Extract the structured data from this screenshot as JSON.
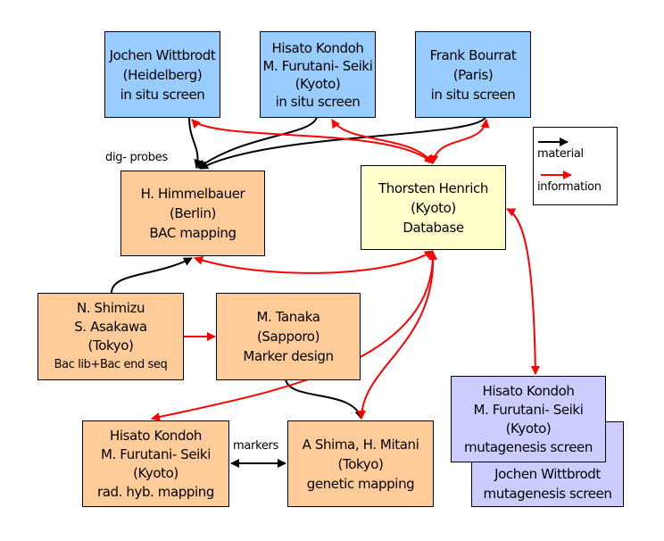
{
  "nodes": {
    "wittbrodt_insitu": [
      "Jochen Wittbrodt",
      "(Heidelberg)",
      "in situ screen"
    ],
    "kondoh_insitu": [
      "Hisato Kondoh",
      "M. Furutani- Seiki",
      "(Kyoto)",
      "in situ screen"
    ],
    "bourrat": [
      "Frank Bourrat",
      "(Paris)",
      "in situ screen"
    ],
    "himmelbauer": [
      "H. Himmelbauer",
      "(Berlin)",
      "BAC mapping"
    ],
    "henrich": [
      "Thorsten Henrich",
      "(Kyoto)",
      "Database"
    ],
    "shimizu": [
      "N. Shimizu",
      "S. Asakawa",
      "(Tokyo)",
      "Bac lib+Bac end seq"
    ],
    "tanaka": [
      "M. Tanaka",
      "(Sapporo)",
      "Marker design"
    ],
    "kondoh_radhyb": [
      "Hisato Kondoh",
      "M. Furutani- Seiki",
      "(Kyoto)",
      "rad. hyb. mapping"
    ],
    "shima": [
      "A Shima, H. Mitani",
      "(Tokyo)",
      "genetic mapping"
    ],
    "kondoh_mutagenesis": [
      "Hisato Kondoh",
      "M. Furutani- Seiki",
      "(Kyoto)",
      "mutagenesis screen"
    ],
    "wittbrodt_mutagenesis": [
      "Jochen Wittbrodt",
      "mutagenesis screen"
    ]
  },
  "edge_labels": {
    "dig_probes": "dig- probes",
    "markers": "markers"
  },
  "legend": {
    "material": "material",
    "information": "information"
  },
  "colors": {
    "material": "#000000",
    "information": "#ff0000",
    "in_situ": "#99ccff",
    "mapping": "#ffcc99",
    "database": "#ffffcc",
    "mutagenesis": "#ccccff"
  }
}
